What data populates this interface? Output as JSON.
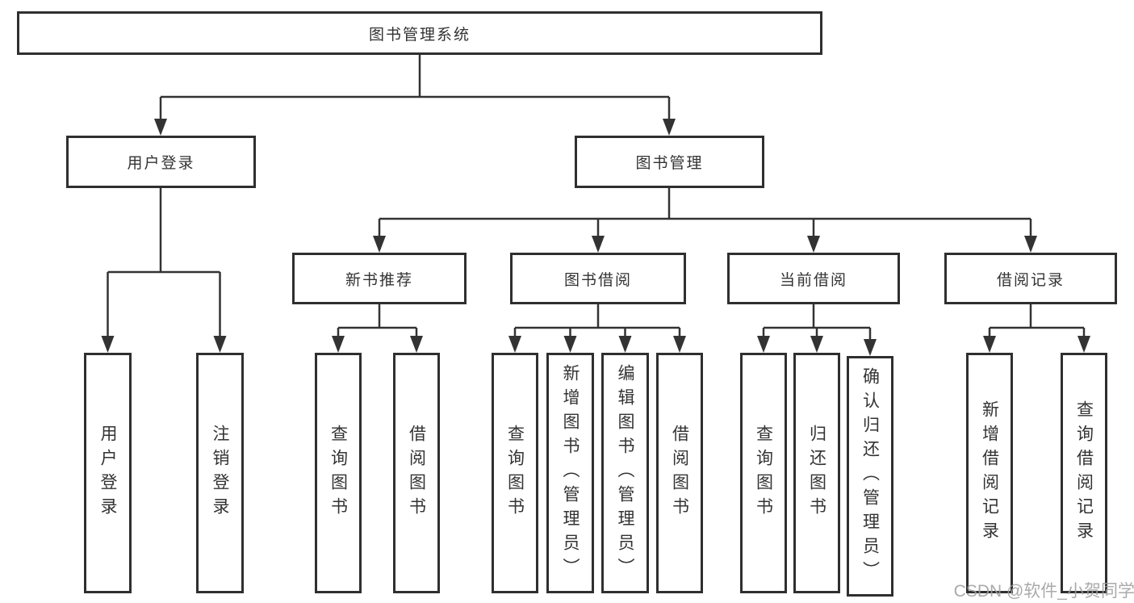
{
  "diagram": {
    "root": "图书管理系统",
    "level2": {
      "user_login": "用户登录",
      "book_mgmt": "图书管理"
    },
    "level3": {
      "new_book_rec": "新书推荐",
      "book_borrow": "图书借阅",
      "current_borrow": "当前借阅",
      "borrow_records": "借阅记录"
    },
    "leaves": {
      "user_login": "用户登录",
      "logout": "注销登录",
      "nbr_query": "查询图书",
      "nbr_borrow": "借阅图书",
      "bb_query": "查询图书",
      "bb_add": "新增图书（管理员）",
      "bb_edit": "编辑图书（管理员）",
      "bb_borrow": "借阅图书",
      "cb_query": "查询图书",
      "cb_return": "归还图书",
      "cb_confirm": "确认归还（管理员）",
      "br_add": "新增借阅记录",
      "br_query": "查询借阅记录"
    },
    "watermark": "CSDN @软件_小贺同学",
    "colors": {
      "line": "#333333",
      "text": "#333333",
      "background": "#ffffff",
      "watermark": "#9f9f9f"
    }
  }
}
